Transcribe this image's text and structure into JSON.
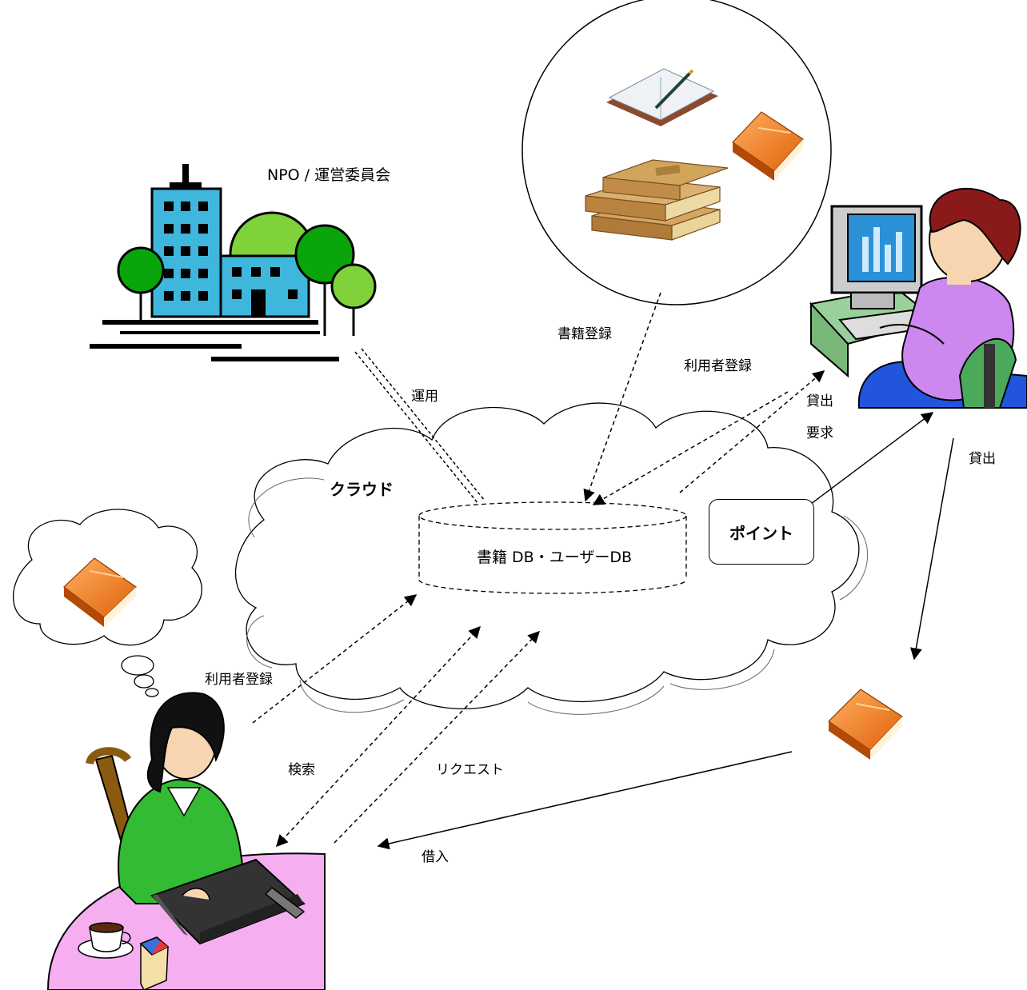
{
  "labels": {
    "org": "NPO / 運営委員会",
    "operate": "運用",
    "book_register": "書籍登録",
    "user_register_right": "利用者登録",
    "lend_request_line1": "貸出",
    "lend_request_line2": "要求",
    "lend": "貸出",
    "cloud": "クラウド",
    "database": "書籍 DB・ユーザーDB",
    "point": "ポイント",
    "user_register_left": "利用者登録",
    "search": "検索",
    "request": "リクエスト",
    "borrow": "借入"
  },
  "colors": {
    "building": "#3fb6dc",
    "tree_dark": "#0aa50a",
    "tree_light": "#7fd23a",
    "book_orange": "#f07a1a",
    "table_pink": "#f5aef0",
    "sweater_green": "#33bb33",
    "blouse_purple": "#cc88ee",
    "desk_green": "#9ad19a",
    "screen_blue": "#2a90d8"
  },
  "icons": [
    "office-building-icon",
    "book-stack-icon",
    "notebook-pen-icon",
    "orange-book-icon",
    "woman-at-computer-icon",
    "woman-at-laptop-icon",
    "thought-bubble-icon"
  ]
}
